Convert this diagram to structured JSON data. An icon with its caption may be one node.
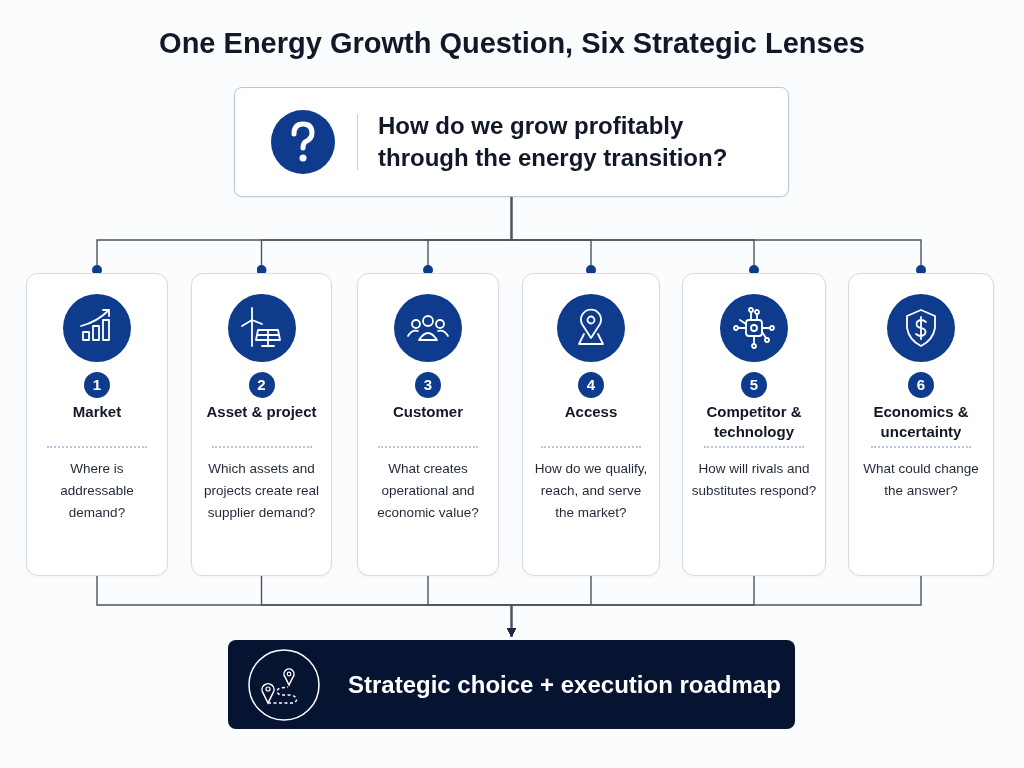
{
  "diagram": {
    "title": "One Energy Growth Question, Six Strategic Lenses",
    "nodes": [
      {
        "text": [
          "How do we grow profitably through the energy transition?"
        ]
      },
      {
        "text": [
          "1",
          "Market",
          "Where is addressable demand?"
        ]
      },
      {
        "text": [
          "2",
          "Asset & project",
          "Which assets and projects create real supplier demand?"
        ]
      },
      {
        "text": [
          "3",
          "Customer",
          "What creates operational and economic value?"
        ]
      },
      {
        "text": [
          "4",
          "Access",
          "How do we qualify, reach, and serve the market?"
        ]
      },
      {
        "text": [
          "5",
          "Competitor & technology",
          "How will rivals and substitutes respond?"
        ]
      },
      {
        "text": [
          "6",
          "Economics & uncertainty",
          "What could change the answer?"
        ]
      },
      {
        "text": [
          "Strategic choice + execution roadmap"
        ]
      }
    ],
    "edges": [
      {
        "from": 0,
        "to": 1,
        "arrow": "other"
      },
      {
        "from": 0,
        "to": 2,
        "arrow": "other"
      },
      {
        "from": 0,
        "to": 3,
        "arrow": "other"
      },
      {
        "from": 0,
        "to": 4,
        "arrow": "other"
      },
      {
        "from": 0,
        "to": 5,
        "arrow": "other"
      },
      {
        "from": 0,
        "to": 6,
        "arrow": "other"
      },
      {
        "from": 1,
        "to": 7,
        "arrow": "to"
      },
      {
        "from": 2,
        "to": 7,
        "arrow": "to"
      },
      {
        "from": 3,
        "to": 7,
        "arrow": "to"
      },
      {
        "from": 4,
        "to": 7,
        "arrow": "to"
      },
      {
        "from": 5,
        "to": 7,
        "arrow": "to"
      },
      {
        "from": 6,
        "to": 7,
        "arrow": "to"
      }
    ]
  }
}
